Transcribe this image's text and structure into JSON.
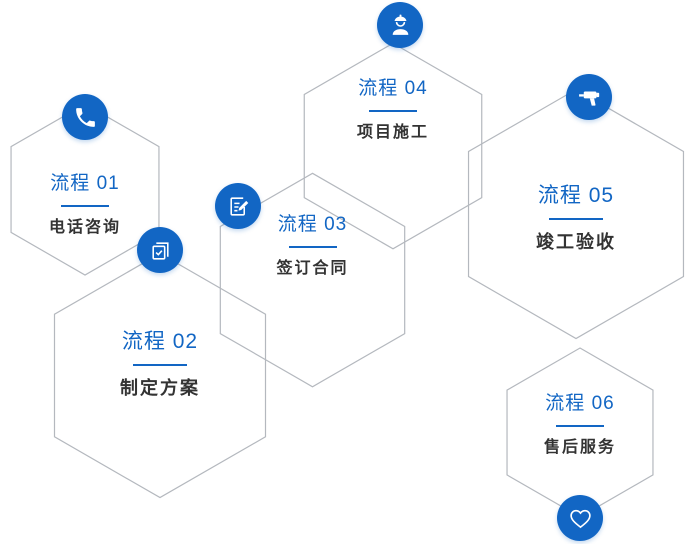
{
  "colors": {
    "accent": "#1266c4",
    "hexagon_border": "#b4b8be",
    "label_text": "#333333"
  },
  "steps": [
    {
      "prefix": "流程",
      "number": "01",
      "label": "电话咨询",
      "icon": "phone-icon"
    },
    {
      "prefix": "流程",
      "number": "02",
      "label": "制定方案",
      "icon": "documents-check-icon"
    },
    {
      "prefix": "流程",
      "number": "03",
      "label": "签订合同",
      "icon": "contract-pen-icon"
    },
    {
      "prefix": "流程",
      "number": "04",
      "label": "项目施工",
      "icon": "construction-worker-icon"
    },
    {
      "prefix": "流程",
      "number": "05",
      "label": "竣工验收",
      "icon": "drill-icon"
    },
    {
      "prefix": "流程",
      "number": "06",
      "label": "售后服务",
      "icon": "heart-icon"
    }
  ]
}
